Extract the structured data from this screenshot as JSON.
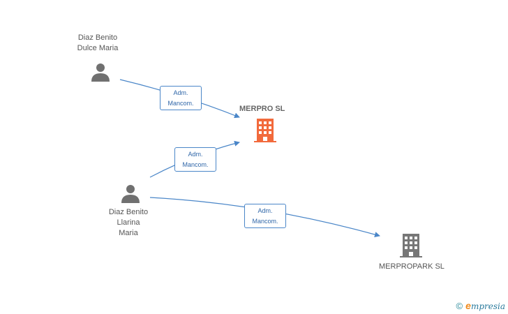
{
  "people": [
    {
      "id": "p1",
      "name_lines": "Diaz Benito\nDulce Maria"
    },
    {
      "id": "p2",
      "name_lines": "Diaz Benito\nLlarina\nMaria"
    }
  ],
  "companies": [
    {
      "id": "c1",
      "name": "MERPRO SL",
      "color": "#f26a3c"
    },
    {
      "id": "c2",
      "name": "MERPROPARK SL",
      "color": "#777777"
    }
  ],
  "edges": [
    {
      "from": "p1",
      "to": "c1",
      "line1": "Adm.",
      "line2": "Mancom."
    },
    {
      "from": "p2",
      "to": "c1",
      "line1": "Adm.",
      "line2": "Mancom."
    },
    {
      "from": "p2",
      "to": "c2",
      "line1": "Adm.",
      "line2": "Mancom."
    }
  ],
  "colors": {
    "edge": "#4a86c8",
    "person": "#707070"
  },
  "brand": {
    "copyright": "©",
    "e_letter": "e",
    "rest": "mpresia"
  }
}
